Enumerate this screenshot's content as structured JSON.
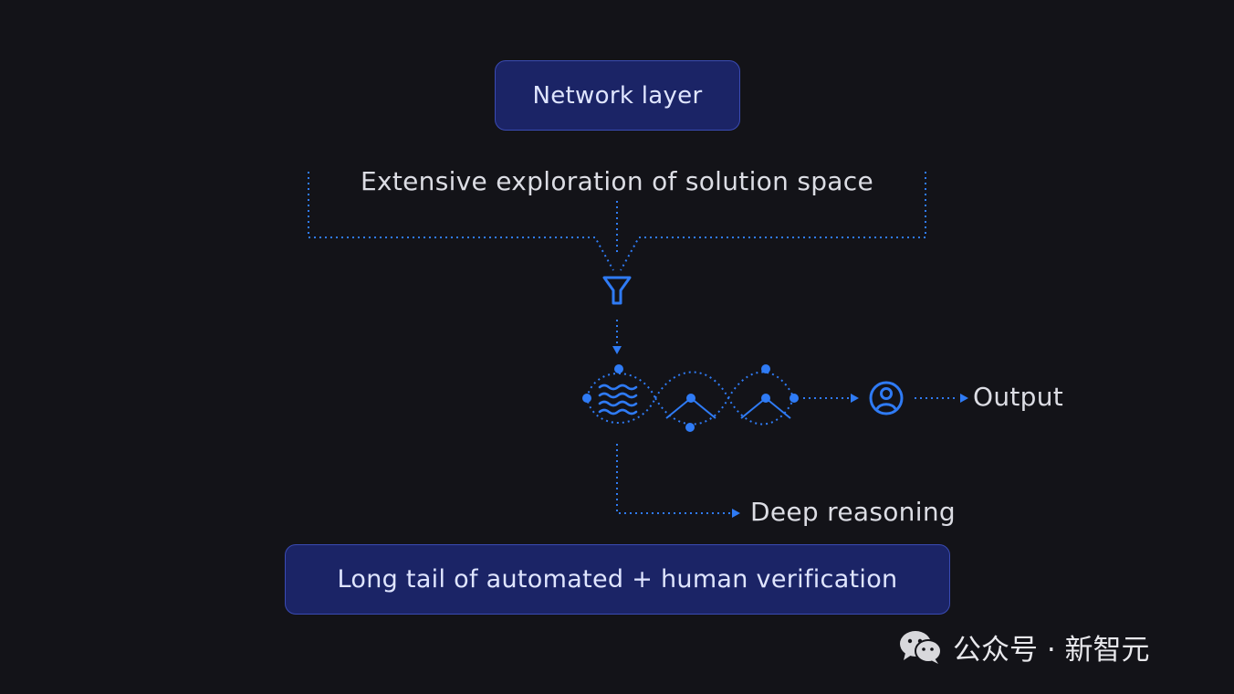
{
  "diagram": {
    "top_box": "Network layer",
    "exploration": "Extensive exploration of solution space",
    "output": "Output",
    "deep_reasoning": "Deep reasoning",
    "bottom_box": "Long tail of automated + human verification"
  },
  "watermark": {
    "text": "公众号 · 新智元"
  },
  "colors": {
    "background": "#131318",
    "box_fill": "#1b2466",
    "accent_blue": "#2f7bf5",
    "text": "#dcdde4"
  },
  "icons": [
    "filter-funnel-icon",
    "waves-icon",
    "user-circle-icon",
    "wechat-icon"
  ]
}
